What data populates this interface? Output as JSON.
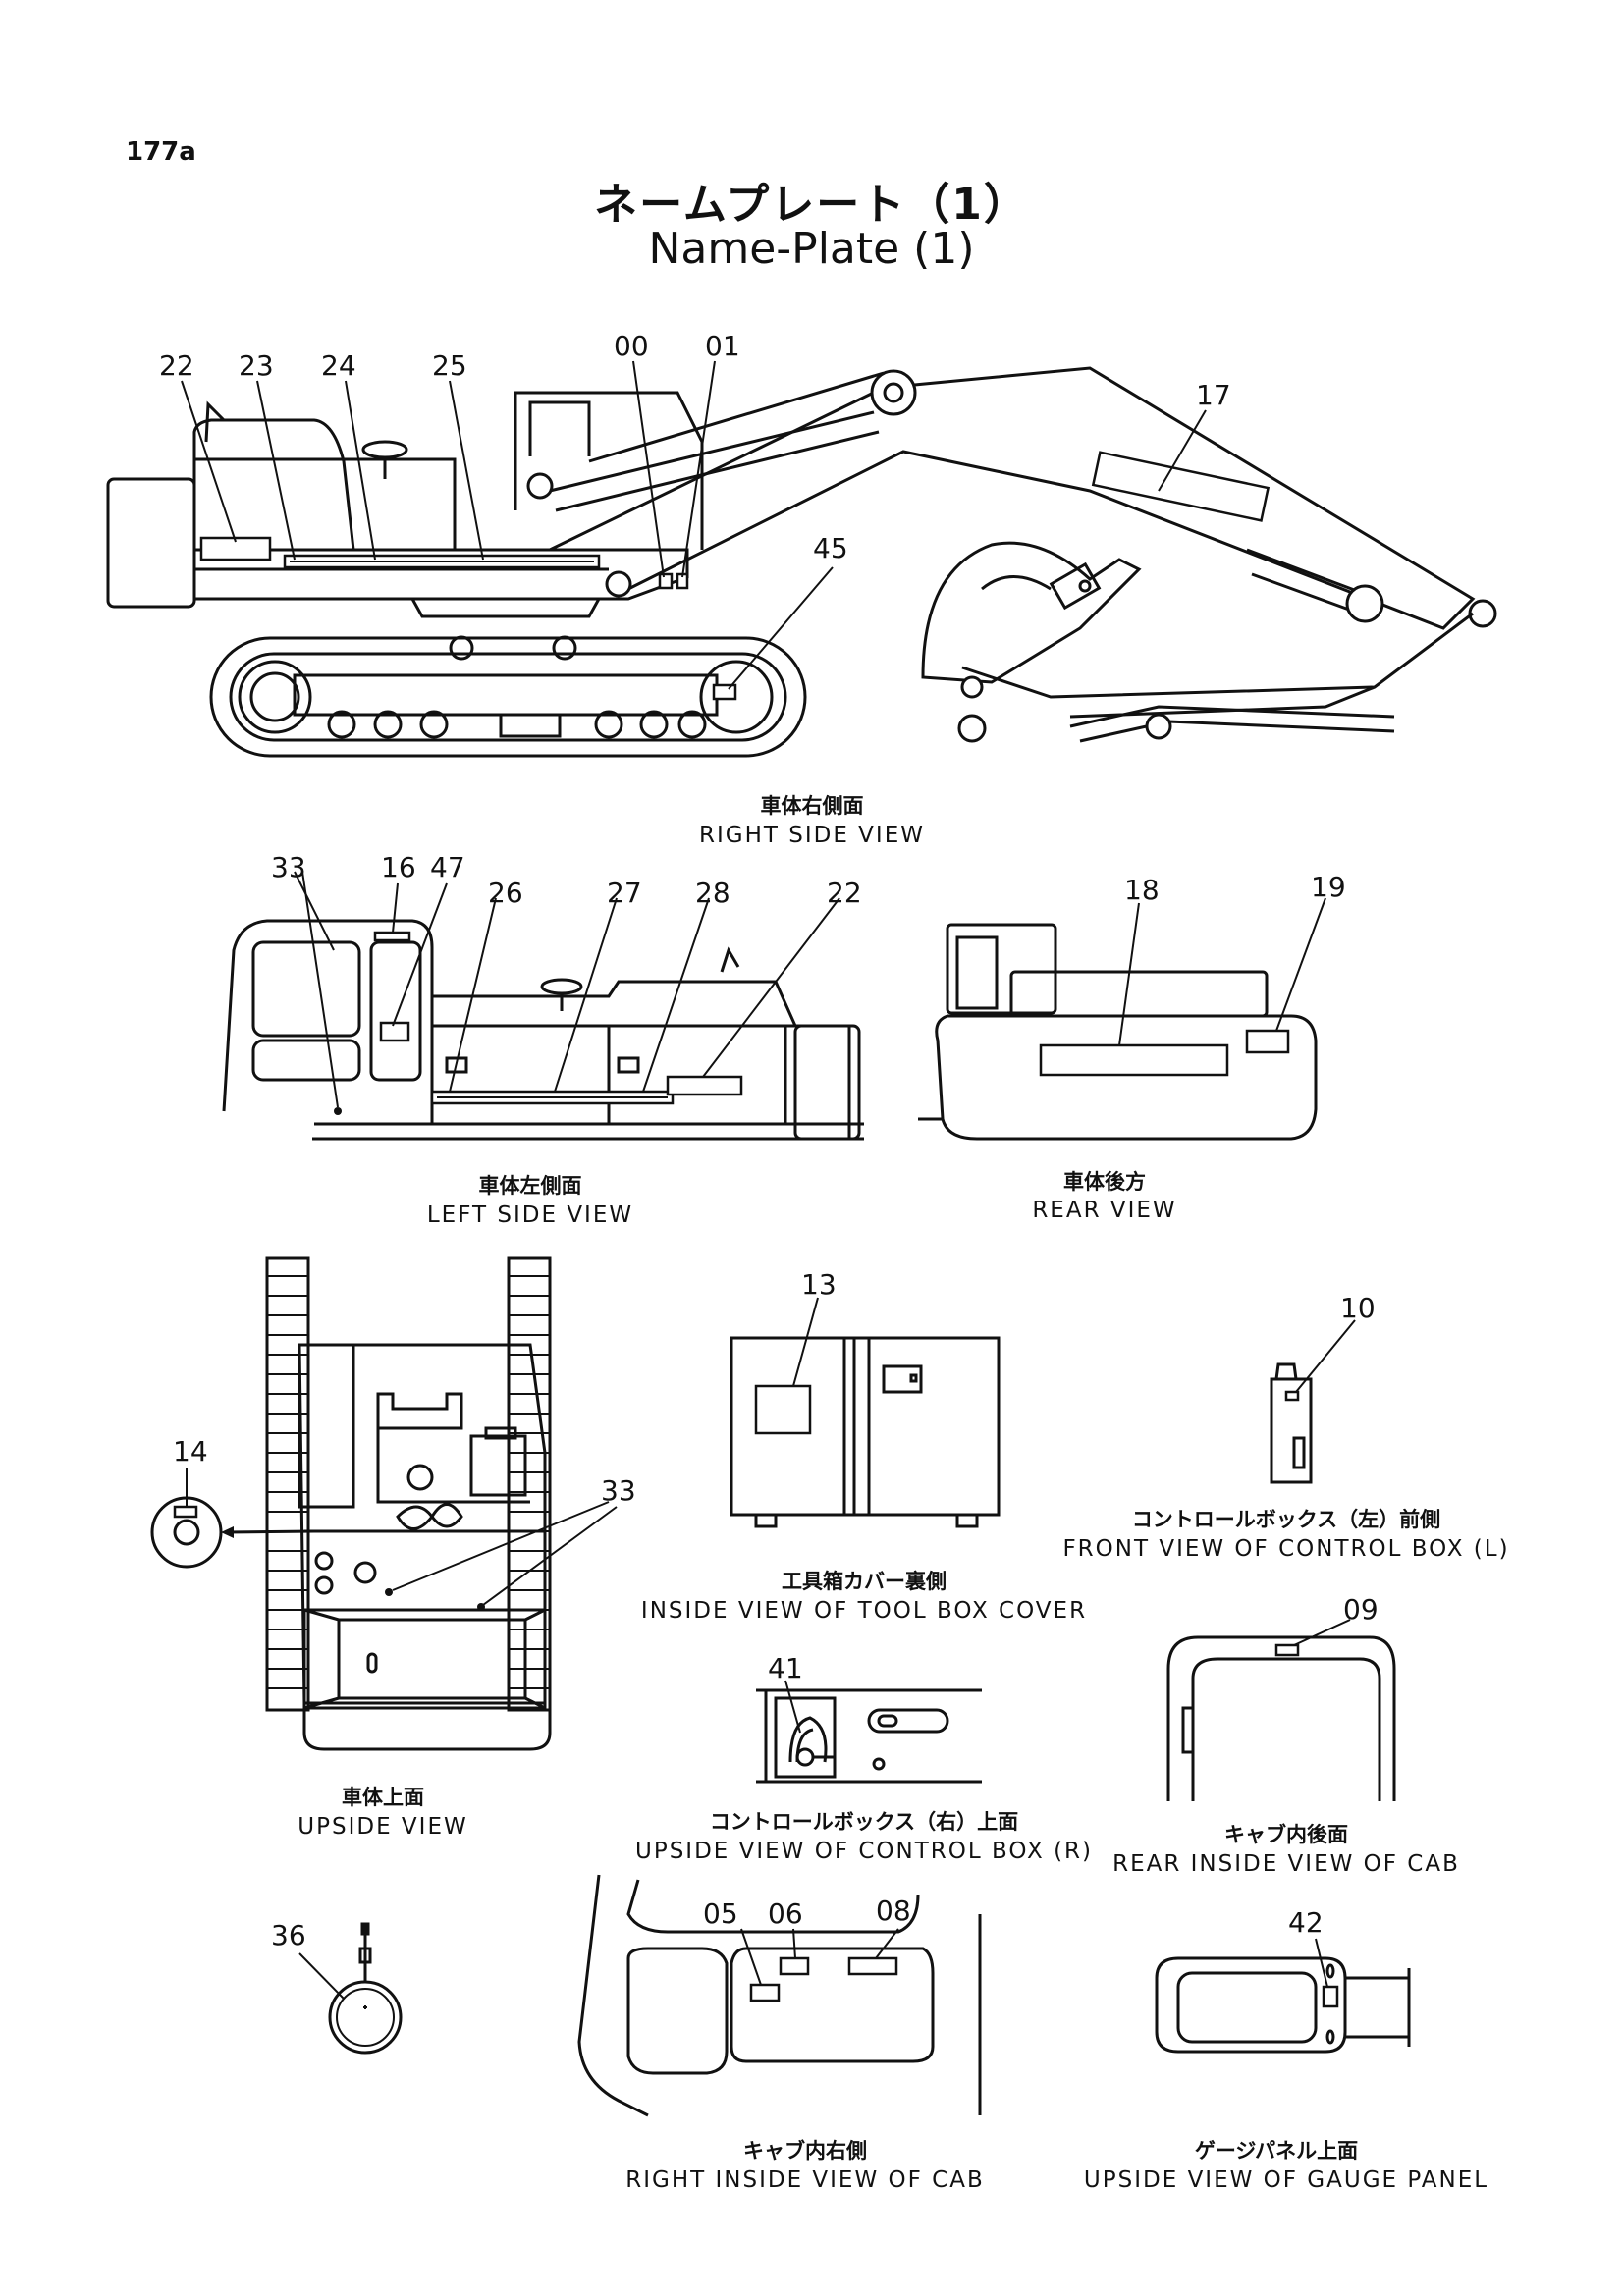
{
  "page_number": "177a",
  "title": {
    "japanese": "ネームプレート（1）",
    "english": "Name-Plate (1)"
  },
  "views": [
    {
      "id": "right-side",
      "caption_jp": "車体右側面",
      "caption_en": "RIGHT SIDE VIEW",
      "callouts": [
        "22",
        "23",
        "24",
        "25",
        "00",
        "01",
        "17",
        "45"
      ]
    },
    {
      "id": "left-side",
      "caption_jp": "車体左側面",
      "caption_en": "LEFT SIDE VIEW",
      "callouts": [
        "33",
        "16",
        "47",
        "26",
        "27",
        "28",
        "22"
      ]
    },
    {
      "id": "rear",
      "caption_jp": "車体後方",
      "caption_en": "REAR VIEW",
      "callouts": [
        "18",
        "19"
      ]
    },
    {
      "id": "upside",
      "caption_jp": "車体上面",
      "caption_en": "UPSIDE VIEW",
      "callouts": [
        "14",
        "33"
      ]
    },
    {
      "id": "tool-box-cover",
      "caption_jp": "工具箱カバー裏側",
      "caption_en": "INSIDE VIEW OF TOOL BOX COVER",
      "callouts": [
        "13"
      ]
    },
    {
      "id": "control-box-l",
      "caption_jp": "コントロールボックス（左）前側",
      "caption_en": "FRONT VIEW OF CONTROL BOX (L)",
      "callouts": [
        "10"
      ]
    },
    {
      "id": "control-box-r",
      "caption_jp": "コントロールボックス（右）上面",
      "caption_en": "UPSIDE VIEW OF CONTROL BOX (R)",
      "callouts": [
        "41"
      ]
    },
    {
      "id": "rear-inside-cab",
      "caption_jp": "キャブ内後面",
      "caption_en": "REAR INSIDE VIEW OF CAB",
      "callouts": [
        "09"
      ]
    },
    {
      "id": "item-36",
      "caption_jp": "",
      "caption_en": "",
      "callouts": [
        "36"
      ]
    },
    {
      "id": "right-inside-cab",
      "caption_jp": "キャブ内右側",
      "caption_en": "RIGHT INSIDE VIEW OF CAB",
      "callouts": [
        "05",
        "06",
        "08"
      ]
    },
    {
      "id": "gauge-panel",
      "caption_jp": "ゲージパネル上面",
      "caption_en": "UPSIDE VIEW OF GAUGE PANEL",
      "callouts": [
        "42"
      ]
    }
  ]
}
